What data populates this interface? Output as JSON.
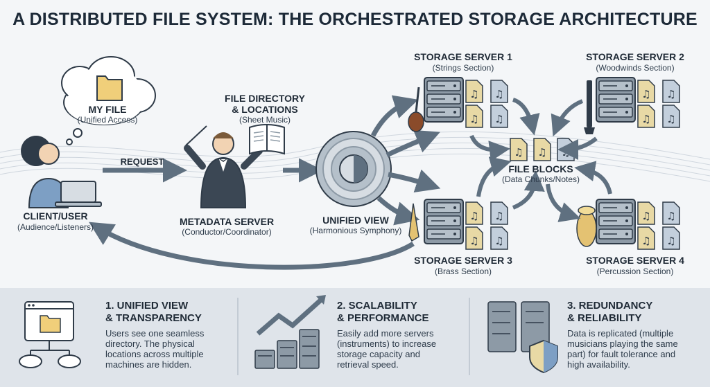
{
  "title": "A DISTRIBUTED FILE SYSTEM: THE ORCHESTRATED STORAGE ARCHITECTURE",
  "my_file": {
    "label": "MY FILE",
    "sub": "(Unified Access)"
  },
  "client": {
    "label": "CLIENT/USER",
    "sub": "(Audience/Listeners)"
  },
  "request_label": "REQUEST",
  "directory": {
    "label_line1": "FILE DIRECTORY",
    "label_line2": "& LOCATIONS",
    "sub": "(Sheet Music)"
  },
  "metadata": {
    "label": "METADATA SERVER",
    "sub": "(Conductor/Coordinator)"
  },
  "unified": {
    "label": "UNIFIED VIEW",
    "sub": "(Harmonious Symphony)"
  },
  "file_blocks": {
    "label": "FILE BLOCKS",
    "sub": "(Data Chunks/Notes)"
  },
  "servers": [
    {
      "label": "STORAGE SERVER 1",
      "sub": "(Strings Section)"
    },
    {
      "label": "STORAGE SERVER 2",
      "sub": "(Woodwinds Section)"
    },
    {
      "label": "STORAGE SERVER 3",
      "sub": "(Brass Section)"
    },
    {
      "label": "STORAGE SERVER 4",
      "sub": "(Percussion Section)"
    }
  ],
  "panels": [
    {
      "title1": "1. UNIFIED VIEW",
      "title2": "& TRANSPARENCY",
      "text": [
        "Users see one seamless",
        "directory. The physical",
        "locations across multiple",
        "machines are hidden."
      ]
    },
    {
      "title1": "2. SCALABILITY",
      "title2": "& PERFORMANCE",
      "text": [
        "Easily add more servers",
        "(instruments) to increase",
        "storage capacity and",
        "retrieval speed."
      ]
    },
    {
      "title1": "3. REDUNDANCY",
      "title2": "& RELIABILITY",
      "text": [
        "Data is replicated (multiple",
        "musicians playing the same",
        "part) for fault tolerance and",
        "high availability."
      ]
    }
  ],
  "colors": {
    "arrow": "#5f7080",
    "server": "#8d9aa6",
    "doc_yellow": "#e8d9a5",
    "doc_blue": "#c3cfdc",
    "folder": "#f0cf7a"
  }
}
